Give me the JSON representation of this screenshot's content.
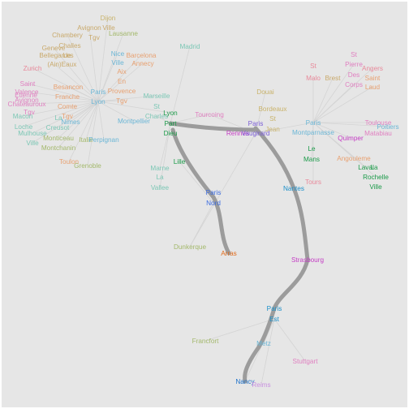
{
  "colors": {
    "background": "#e6e6e6",
    "edge_light": "#d4d4d4",
    "edge_heavy": "#9c9c9c"
  },
  "nodes": [
    {
      "id": "dijon",
      "label": "Dijon",
      "color": "#c9b36b"
    },
    {
      "id": "avignon",
      "label": "Avignon",
      "color": "#c9a96b"
    },
    {
      "id": "ville-a",
      "label": "Ville",
      "color": "#c9a96b"
    },
    {
      "id": "chambery",
      "label": "Chambery",
      "color": "#c9a96b"
    },
    {
      "id": "tgv-a",
      "label": "Tgv",
      "color": "#c9a96b"
    },
    {
      "id": "lausanne",
      "label": "Lausanne",
      "color": "#a3b86b"
    },
    {
      "id": "geneve",
      "label": "Geneve",
      "color": "#c9a96b"
    },
    {
      "id": "challes",
      "label": "Challes",
      "color": "#c9a96b"
    },
    {
      "id": "bellegarde",
      "label": "Bellegarde",
      "color": "#c9a96b"
    },
    {
      "id": "les",
      "label": "Les",
      "color": "#c9a96b"
    },
    {
      "id": "ain",
      "label": "(Ain)",
      "color": "#c9a96b"
    },
    {
      "id": "eaux",
      "label": "Eaux",
      "color": "#c9a96b"
    },
    {
      "id": "nice",
      "label": "Nice",
      "color": "#6bb6d6"
    },
    {
      "id": "ville-b",
      "label": "Ville",
      "color": "#6bb6d6"
    },
    {
      "id": "barcelona",
      "label": "Barcelona",
      "color": "#e8a070"
    },
    {
      "id": "annecy",
      "label": "Annecy",
      "color": "#e8a070"
    },
    {
      "id": "aix",
      "label": "Aix",
      "color": "#e8a070"
    },
    {
      "id": "en",
      "label": "En",
      "color": "#e8a070"
    },
    {
      "id": "provence",
      "label": "Provence",
      "color": "#e8a070"
    },
    {
      "id": "tgv-b",
      "label": "Tgv",
      "color": "#e8a070"
    },
    {
      "id": "zurich",
      "label": "Zurich",
      "color": "#e8899a"
    },
    {
      "id": "madrid",
      "label": "Madrid",
      "color": "#7cc7b5"
    },
    {
      "id": "saint",
      "label": "Saint",
      "color": "#e07fc0"
    },
    {
      "id": "valence",
      "label": "Valence",
      "color": "#e07fc0"
    },
    {
      "id": "besancon",
      "label": "Besancon",
      "color": "#e8a070"
    },
    {
      "id": "franche",
      "label": "Franche",
      "color": "#e8a070"
    },
    {
      "id": "comte",
      "label": "Comte",
      "color": "#e8a070"
    },
    {
      "id": "tgv-c",
      "label": "Tgv",
      "color": "#e8a070"
    },
    {
      "id": "etienne",
      "label": "Etienne",
      "color": "#e07fc0"
    },
    {
      "id": "avignon-b",
      "label": "Avignon",
      "color": "#e07fc0"
    },
    {
      "id": "chateauroux",
      "label": "Chateauroux",
      "color": "#e07fc0"
    },
    {
      "id": "tgv-d",
      "label": "Tgv",
      "color": "#e07fc0"
    },
    {
      "id": "macon",
      "label": "Macon",
      "color": "#7cc7b5"
    },
    {
      "id": "loche",
      "label": "Loche",
      "color": "#7cc7b5"
    },
    {
      "id": "mulhouse",
      "label": "Mulhouse",
      "color": "#7cc7b5"
    },
    {
      "id": "ville-c",
      "label": "Ville",
      "color": "#7cc7b5"
    },
    {
      "id": "la-a",
      "label": "La",
      "color": "#7cc7b5"
    },
    {
      "id": "creusot",
      "label": "Creusot",
      "color": "#7cc7b5"
    },
    {
      "id": "nimes",
      "label": "Nimes",
      "color": "#6bb6d6"
    },
    {
      "id": "monticeau",
      "label": "Monticeau",
      "color": "#a3b86b"
    },
    {
      "id": "montchanin",
      "label": "Montchanin",
      "color": "#a3b86b"
    },
    {
      "id": "italie",
      "label": "Italie",
      "color": "#a3b86b"
    },
    {
      "id": "perpignan",
      "label": "Perpignan",
      "color": "#6bb6d6"
    },
    {
      "id": "toulon",
      "label": "Toulon",
      "color": "#e8a070"
    },
    {
      "id": "grenoble",
      "label": "Grenoble",
      "color": "#a3b86b"
    },
    {
      "id": "paris-lyon",
      "label": "Paris",
      "color": "#6bb6d6"
    },
    {
      "id": "lyon-hub",
      "label": "Lyon",
      "color": "#6bb6d6"
    },
    {
      "id": "marseille",
      "label": "Marseille",
      "color": "#7cc7b5"
    },
    {
      "id": "st-a",
      "label": "St",
      "color": "#7cc7b5"
    },
    {
      "id": "charles",
      "label": "Charles",
      "color": "#7cc7b5"
    },
    {
      "id": "montpellier",
      "label": "Montpellier",
      "color": "#6bb6d6"
    },
    {
      "id": "lyon-pd",
      "label": "Lyon",
      "color": "#1a9a48"
    },
    {
      "id": "part",
      "label": "Part",
      "color": "#1a9a48"
    },
    {
      "id": "dieu",
      "label": "Dieu",
      "color": "#1a9a48"
    },
    {
      "id": "tourcoing",
      "label": "Tourcoing",
      "color": "#e07fc0"
    },
    {
      "id": "lille",
      "label": "Lille",
      "color": "#1a9a48"
    },
    {
      "id": "marne",
      "label": "Marne",
      "color": "#7cc7b5"
    },
    {
      "id": "la-b",
      "label": "La",
      "color": "#7cc7b5"
    },
    {
      "id": "vallee",
      "label": "Vallee",
      "color": "#7cc7b5"
    },
    {
      "id": "douai",
      "label": "Douai",
      "color": "#c9b36b"
    },
    {
      "id": "bordeaux",
      "label": "Bordeaux",
      "color": "#c9b36b"
    },
    {
      "id": "st-b",
      "label": "St",
      "color": "#c9b36b"
    },
    {
      "id": "jean",
      "label": "Jean",
      "color": "#c9b36b"
    },
    {
      "id": "paris-vaug",
      "label": "Paris",
      "color": "#7a5cd6"
    },
    {
      "id": "rennes",
      "label": "Rennes",
      "color": "#c43cc4"
    },
    {
      "id": "vaugirard",
      "label": "Vaugirard",
      "color": "#7a5cd6"
    },
    {
      "id": "st-malo-a",
      "label": "St",
      "color": "#e8899a"
    },
    {
      "id": "malo",
      "label": "Malo",
      "color": "#e8899a"
    },
    {
      "id": "brest",
      "label": "Brest",
      "color": "#c9a96b"
    },
    {
      "id": "st-c",
      "label": "St",
      "color": "#e07fc0"
    },
    {
      "id": "pierre",
      "label": "Pierre",
      "color": "#e07fc0"
    },
    {
      "id": "des",
      "label": "Des",
      "color": "#e07fc0"
    },
    {
      "id": "corps",
      "label": "Corps",
      "color": "#e07fc0"
    },
    {
      "id": "angers",
      "label": "Angers",
      "color": "#e8899a"
    },
    {
      "id": "saint-b",
      "label": "Saint",
      "color": "#e8a070"
    },
    {
      "id": "laud",
      "label": "Laud",
      "color": "#e8a070"
    },
    {
      "id": "paris-mont",
      "label": "Paris",
      "color": "#6bb6d6"
    },
    {
      "id": "montparnasse",
      "label": "Montparnasse",
      "color": "#6bb6d6"
    },
    {
      "id": "toulouse",
      "label": "Toulouse",
      "color": "#e07fc0"
    },
    {
      "id": "poitiers",
      "label": "Poitiers",
      "color": "#6bb6d6"
    },
    {
      "id": "matabiau",
      "label": "Matabiau",
      "color": "#e07fc0"
    },
    {
      "id": "quimper",
      "label": "Quimper",
      "color": "#c43cc4"
    },
    {
      "id": "le-a",
      "label": "Le",
      "color": "#1a9a48"
    },
    {
      "id": "mans",
      "label": "Mans",
      "color": "#1a9a48"
    },
    {
      "id": "angouleme",
      "label": "Angouleme",
      "color": "#e8a070"
    },
    {
      "id": "laval",
      "label": "Laval",
      "color": "#1a9a48"
    },
    {
      "id": "la-c",
      "label": "La",
      "color": "#1a9a48"
    },
    {
      "id": "rochelle",
      "label": "Rochelle",
      "color": "#1a9a48"
    },
    {
      "id": "ville-d",
      "label": "Ville",
      "color": "#1a9a48"
    },
    {
      "id": "tours",
      "label": "Tours",
      "color": "#e8899a"
    },
    {
      "id": "paris-nord",
      "label": "Paris",
      "color": "#3a6be0"
    },
    {
      "id": "nord",
      "label": "Nord",
      "color": "#3a6be0"
    },
    {
      "id": "nantes",
      "label": "Nantes",
      "color": "#1a8fc9"
    },
    {
      "id": "dunkerque",
      "label": "Dunkerque",
      "color": "#a3b86b"
    },
    {
      "id": "arras",
      "label": "Arras",
      "color": "#e06a1a"
    },
    {
      "id": "strasbourg",
      "label": "Strasbourg",
      "color": "#c43cc4"
    },
    {
      "id": "paris-est",
      "label": "Paris",
      "color": "#1a8fc9"
    },
    {
      "id": "est",
      "label": "Est",
      "color": "#1a8fc9"
    },
    {
      "id": "francfort",
      "label": "Francfort",
      "color": "#a3b86b"
    },
    {
      "id": "metz",
      "label": "Metz",
      "color": "#6bb6d6"
    },
    {
      "id": "stuttgart",
      "label": "Stuttgart",
      "color": "#e07fc0"
    },
    {
      "id": "nancy",
      "label": "Nancy",
      "color": "#1a6fc9"
    },
    {
      "id": "reims",
      "label": "Reims",
      "color": "#c98fe0"
    }
  ]
}
